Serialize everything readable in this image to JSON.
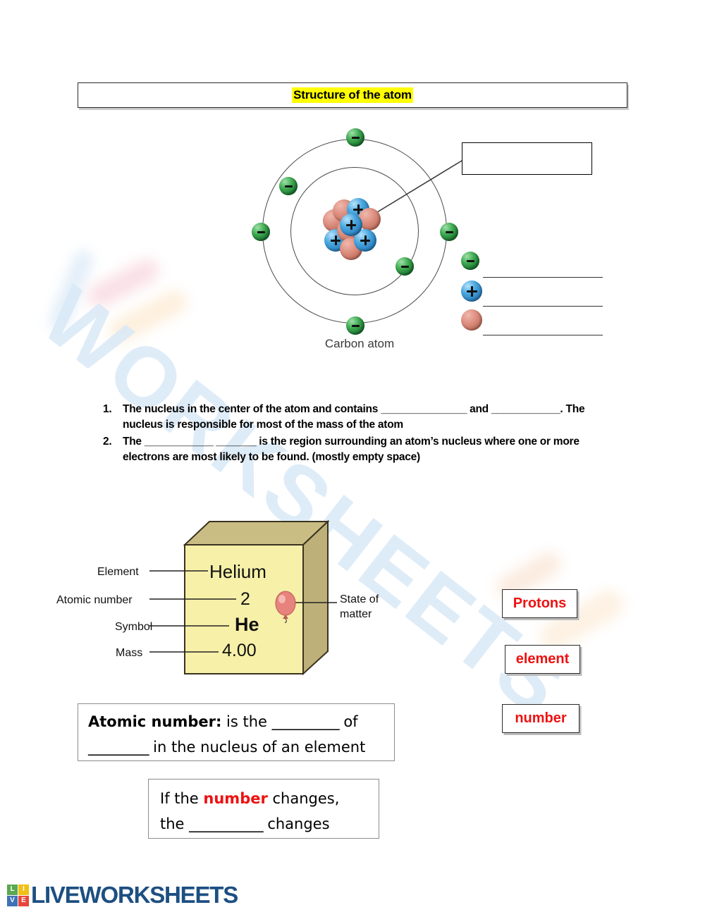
{
  "title": {
    "text": "Structure of the atom"
  },
  "atom_diagram": {
    "caption": "Carbon atom",
    "nucleus_answer_box": "",
    "electron_symbol": "−",
    "proton_symbol": "+",
    "legend": [
      {
        "icon": "electron-icon",
        "answer": ""
      },
      {
        "icon": "proton-icon",
        "answer": ""
      },
      {
        "icon": "neutron-icon",
        "answer": ""
      }
    ]
  },
  "questions": [
    {
      "number": "1.",
      "parts": [
        "The nucleus in the center of the atom and contains ",
        "_______________",
        " and ",
        "____________",
        ". The nucleus is responsible for most of the mass of the atom"
      ]
    },
    {
      "number": "2.",
      "parts": [
        "The ",
        "____________",
        " ",
        "_______",
        " is the region surrounding an atom’s nucleus where one or more electrons are most likely to be found. (mostly empty space)"
      ]
    }
  ],
  "element_cube": {
    "labels": {
      "element": "Element",
      "atomic_number": "Atomic number",
      "symbol": "Symbol",
      "mass": "Mass",
      "state_of_matter": "State of\nmatter",
      "state_of_matter_line1": "State of",
      "state_of_matter_line2": "matter"
    },
    "values": {
      "name": "Helium",
      "atomic_number": "2",
      "symbol": "He",
      "mass": "4.00"
    },
    "colors": {
      "face": "#f7f0a8",
      "top": "#c9bd83",
      "side": "#bdb079",
      "outline": "#3a3320"
    }
  },
  "word_bank": [
    {
      "label": "Protons"
    },
    {
      "label": "element"
    },
    {
      "label": "number"
    }
  ],
  "definitions": {
    "atomic_number": {
      "term": "Atomic number:",
      "line1_rest": " is the ",
      "blank1": "__________",
      "line1_tail": " of",
      "blank2": "_________",
      "line2_rest": " in the nucleus of an element"
    },
    "if_number": {
      "lead": "If the ",
      "red_word": "number",
      "mid": " changes,",
      "line2_lead": "the ",
      "blank": "___________",
      "line2_tail": " changes"
    }
  },
  "footer": {
    "logo_tiles": [
      "L",
      "I",
      "V",
      "E"
    ],
    "logo_word": "LIVEWORKSHEETS",
    "colors": {
      "l": "#5aa84f",
      "i": "#f0c017",
      "v": "#3f72b5",
      "e": "#e8463a",
      "word": "#1d4f82"
    }
  },
  "watermark": {
    "text": "WORKSHEETS"
  },
  "theme": {
    "highlight": "#ffff00",
    "answer_red": "#ee1111",
    "electron_green": "#3faa52",
    "proton_blue": "#4aa8e0",
    "neutron_red": "#dd8f80"
  }
}
